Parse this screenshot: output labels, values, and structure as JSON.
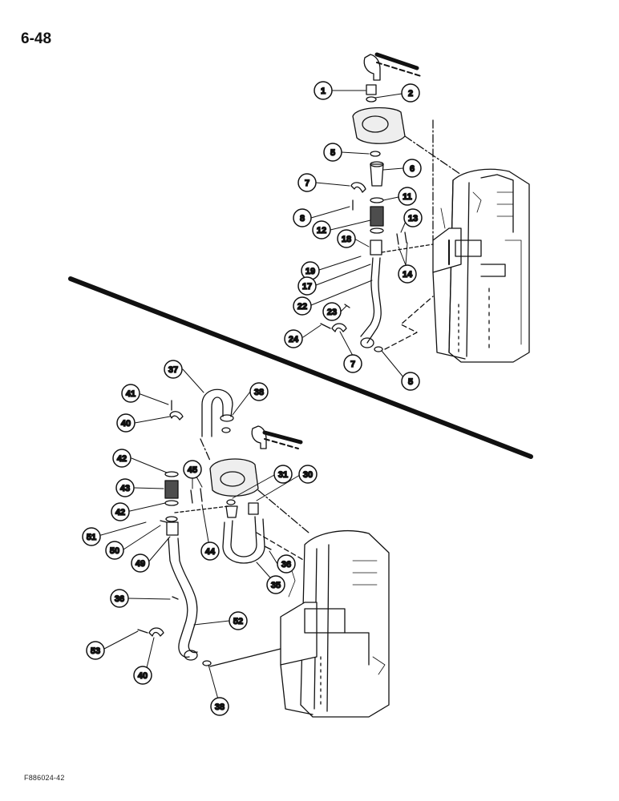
{
  "page_number": "6-48",
  "figure_code": "F886024-42",
  "colors": {
    "ink": "#111111",
    "paper": "#ffffff",
    "shade": "#cfcfcf"
  },
  "callouts": [
    {
      "label": "1"
    },
    {
      "label": "2"
    },
    {
      "label": "5"
    },
    {
      "label": "6"
    },
    {
      "label": "7"
    },
    {
      "label": "8"
    },
    {
      "label": "11"
    },
    {
      "label": "12"
    },
    {
      "label": "13"
    },
    {
      "label": "18"
    },
    {
      "label": "19"
    },
    {
      "label": "14"
    },
    {
      "label": "17"
    },
    {
      "label": "22"
    },
    {
      "label": "23"
    },
    {
      "label": "24"
    },
    {
      "label": "7"
    },
    {
      "label": "5"
    },
    {
      "label": "37"
    },
    {
      "label": "41"
    },
    {
      "label": "38"
    },
    {
      "label": "40"
    },
    {
      "label": "42"
    },
    {
      "label": "45"
    },
    {
      "label": "31"
    },
    {
      "label": "30"
    },
    {
      "label": "43"
    },
    {
      "label": "42"
    },
    {
      "label": "51"
    },
    {
      "label": "50"
    },
    {
      "label": "49"
    },
    {
      "label": "44"
    },
    {
      "label": "36"
    },
    {
      "label": "35"
    },
    {
      "label": "36"
    },
    {
      "label": "52"
    },
    {
      "label": "53"
    },
    {
      "label": "40"
    },
    {
      "label": "38"
    }
  ]
}
